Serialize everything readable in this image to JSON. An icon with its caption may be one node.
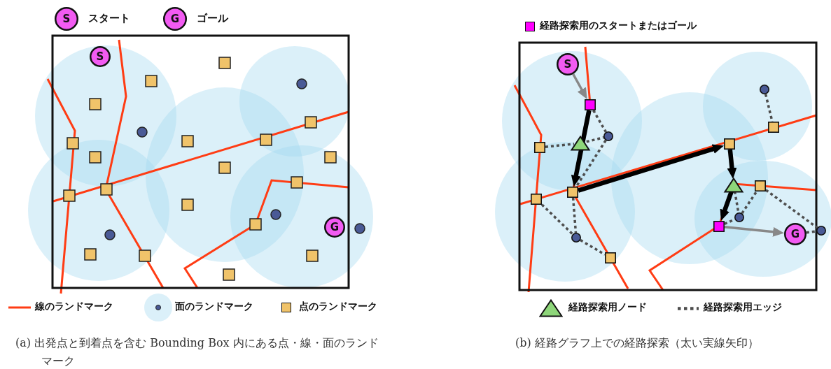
{
  "diagram": {
    "nodes": [
      {
        "text": [
          "S"
        ],
        "beside": [
          "スタート"
        ]
      },
      {
        "text": [
          "G"
        ],
        "beside": [
          "ゴール"
        ]
      },
      {
        "text": [
          "S"
        ]
      },
      {
        "text": [
          "G"
        ]
      },
      {
        "text": [
          "S"
        ]
      },
      {
        "text": [],
        "shape": "box"
      },
      {
        "text": [],
        "shape": "triangle"
      },
      {
        "text": [],
        "shape": "box"
      },
      {
        "text": [],
        "shape": "circle"
      },
      {
        "text": [],
        "shape": "box"
      },
      {
        "text": [],
        "shape": "box"
      },
      {
        "text": [],
        "shape": "circle"
      },
      {
        "text": [],
        "shape": "box"
      },
      {
        "text": [],
        "shape": "box"
      },
      {
        "text": [],
        "shape": "circle"
      },
      {
        "text": [],
        "shape": "box"
      },
      {
        "text": [],
        "shape": "triangle"
      },
      {
        "text": [],
        "shape": "box"
      },
      {
        "text": [],
        "shape": "circle"
      },
      {
        "text": [],
        "shape": "box"
      },
      {
        "text": [
          "G"
        ]
      },
      {
        "text": [],
        "shape": "circle"
      }
    ],
    "edges": [
      {
        "from": 4,
        "to": 5,
        "arrow": "to",
        "color": "#888888"
      },
      {
        "from": 5,
        "to": 9,
        "arrow": "to",
        "style": "thick",
        "color": "#000000"
      },
      {
        "from": 9,
        "to": 13,
        "arrow": "to",
        "style": "thick",
        "color": "#000000"
      },
      {
        "from": 13,
        "to": 16,
        "arrow": "to",
        "style": "thick",
        "color": "#000000"
      },
      {
        "from": 16,
        "to": 19,
        "arrow": "to",
        "style": "thick",
        "color": "#000000"
      },
      {
        "from": 19,
        "to": 20,
        "arrow": "to",
        "color": "#888888"
      },
      {
        "from": 5,
        "to": 8,
        "arrow": "none",
        "style": "dashed"
      },
      {
        "from": 7,
        "to": 6,
        "arrow": "none",
        "style": "dashed"
      },
      {
        "from": 6,
        "to": 8,
        "arrow": "none",
        "style": "dashed"
      },
      {
        "from": 8,
        "to": 9,
        "arrow": "none",
        "style": "dashed"
      },
      {
        "from": 9,
        "to": 11,
        "arrow": "none",
        "style": "dashed"
      },
      {
        "from": 10,
        "to": 11,
        "arrow": "none",
        "style": "dashed"
      },
      {
        "from": 11,
        "to": 12,
        "arrow": "none",
        "style": "dashed"
      },
      {
        "from": 14,
        "to": 15,
        "arrow": "none",
        "style": "dashed"
      },
      {
        "from": 16,
        "to": 18,
        "arrow": "none",
        "style": "dashed"
      },
      {
        "from": 18,
        "to": 17,
        "arrow": "none",
        "style": "dashed"
      },
      {
        "from": 19,
        "to": 18,
        "arrow": "none",
        "style": "dashed"
      },
      {
        "from": 17,
        "to": 21,
        "arrow": "none",
        "style": "dashed"
      },
      {
        "from": 20,
        "to": 21,
        "arrow": "none",
        "style": "dashed"
      }
    ],
    "labels": [
      "(a) 出発点と到着点を含む Bounding Box 内にある点・線・面のランドマーク",
      "(b) 経路グラフ上での経路探索（太い実線矢印）"
    ],
    "legend": [
      {
        "text": "線のランドマーク"
      },
      {
        "text": "面のランドマーク"
      },
      {
        "text": "点のランドマーク",
        "color": "#f0c36a"
      },
      {
        "text": "経路探索用のスタートまたはゴール",
        "color": "#ff00ff"
      },
      {
        "text": "経路探索用ノード"
      },
      {
        "text": "経路探索用エッジ"
      }
    ]
  }
}
